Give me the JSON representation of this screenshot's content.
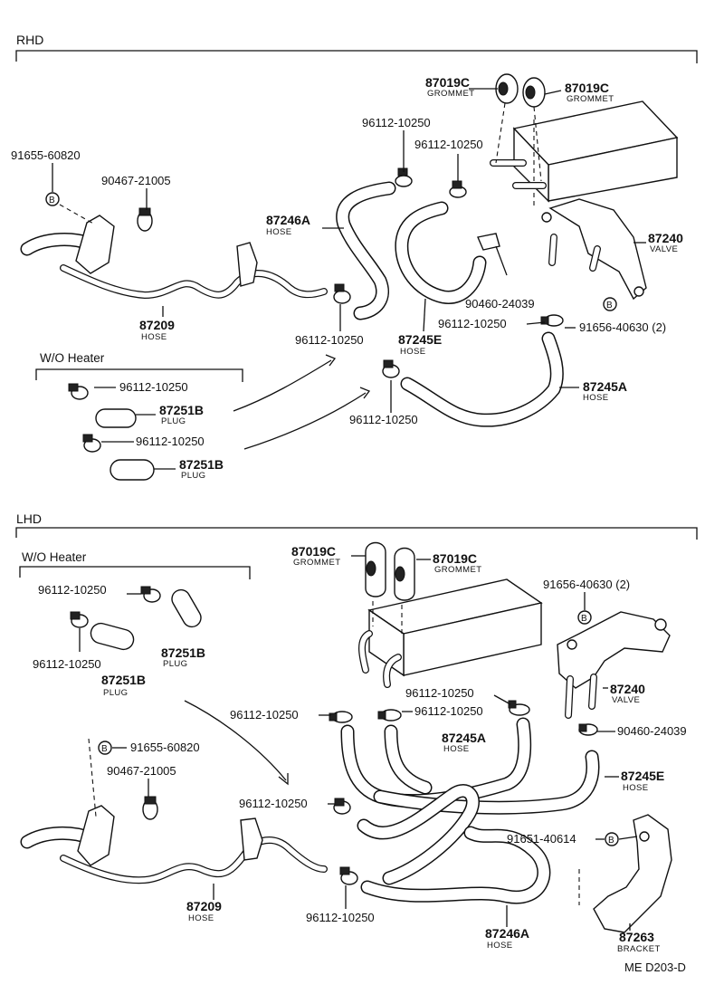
{
  "sections": {
    "rhd": "RHD",
    "lhd": "LHD"
  },
  "groups": {
    "rhd_wo_heater": "W/O Heater",
    "lhd_wo_heater": "W/O Heater"
  },
  "footer": {
    "code": "ME D203-D"
  },
  "labels": {
    "rhd": {
      "grommet_left": {
        "part": "87019C",
        "desc": "GROMMET"
      },
      "grommet_right": {
        "part": "87019C",
        "desc": "GROMMET"
      },
      "clamp_a": "96112-10250",
      "clamp_b": "96112-10250",
      "bolt_91655": "91655-60820",
      "clip_90467": "90467-21005",
      "hose_87246a": {
        "part": "87246A",
        "desc": "HOSE"
      },
      "valve_87240": {
        "part": "87240",
        "desc": "VALVE"
      },
      "clip_90460": "90460-24039",
      "clamp_c": "96112-10250",
      "bolt_91656": "91656-40630 (2)",
      "hose_87209": {
        "part": "87209",
        "desc": "HOSE"
      },
      "clamp_d": "96112-10250",
      "hose_87245e": {
        "part": "87245E",
        "desc": "HOSE"
      },
      "clamp_e": "96112-10250",
      "plug_1": {
        "part": "87251B",
        "desc": "PLUG"
      },
      "clamp_f": "96112-10250",
      "plug_2": {
        "part": "87251B",
        "desc": "PLUG"
      },
      "clamp_g": "96112-10250",
      "hose_87245a": {
        "part": "87245A",
        "desc": "HOSE"
      }
    },
    "lhd": {
      "grommet_left": {
        "part": "87019C",
        "desc": "GROMMET"
      },
      "grommet_right": {
        "part": "87019C",
        "desc": "GROMMET"
      },
      "clamp_a": "96112-10250",
      "clamp_b": "96112-10250",
      "plug_1": {
        "part": "87251B",
        "desc": "PLUG"
      },
      "plug_2": {
        "part": "87251B",
        "desc": "PLUG"
      },
      "bolt_91656": "91656-40630 (2)",
      "valve_87240": {
        "part": "87240",
        "desc": "VALVE"
      },
      "clamp_c": "96112-10250",
      "clamp_d": "96112-10250",
      "clamp_e": "96112-10250",
      "hose_87245a": {
        "part": "87245A",
        "desc": "HOSE"
      },
      "clip_90460": "90460-24039",
      "bolt_91655": "91655-60820",
      "hose_87245e": {
        "part": "87245E",
        "desc": "HOSE"
      },
      "clip_90467": "90467-21005",
      "clamp_f": "96112-10250",
      "bolt_91651": "91651-40614",
      "hose_87209": {
        "part": "87209",
        "desc": "HOSE"
      },
      "clamp_g": "96112-10250",
      "hose_87246a": {
        "part": "87246A",
        "desc": "HOSE"
      },
      "bracket_87263": {
        "part": "87263",
        "desc": "BRACKET"
      }
    }
  },
  "markers": {
    "bolt_symbol": "B"
  }
}
